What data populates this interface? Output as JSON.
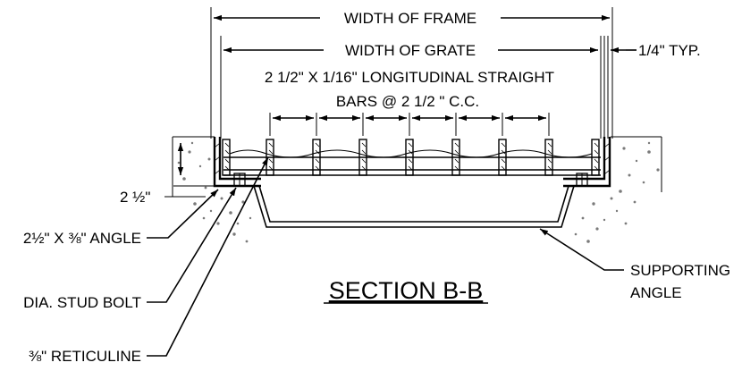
{
  "diagram": {
    "dimensions": {
      "frame_width": "WIDTH OF FRAME",
      "grate_width": "WIDTH OF GRATE",
      "typical": "1/4\" TYP.",
      "depth": "2 ½\""
    },
    "note": {
      "line1": "2 1/2\" X 1/16\" LONGITUDINAL STRAIGHT",
      "line2": "BARS @ 2 1/2 \" C.C."
    },
    "callouts": {
      "angle": "2½\" X ⅜\" ANGLE",
      "stud_bolt": "DIA. STUD BOLT",
      "reticuline": "⅜\" RETICULINE",
      "supporting_1": "SUPPORTING",
      "supporting_2": "ANGLE"
    },
    "title": "SECTION B-B"
  }
}
